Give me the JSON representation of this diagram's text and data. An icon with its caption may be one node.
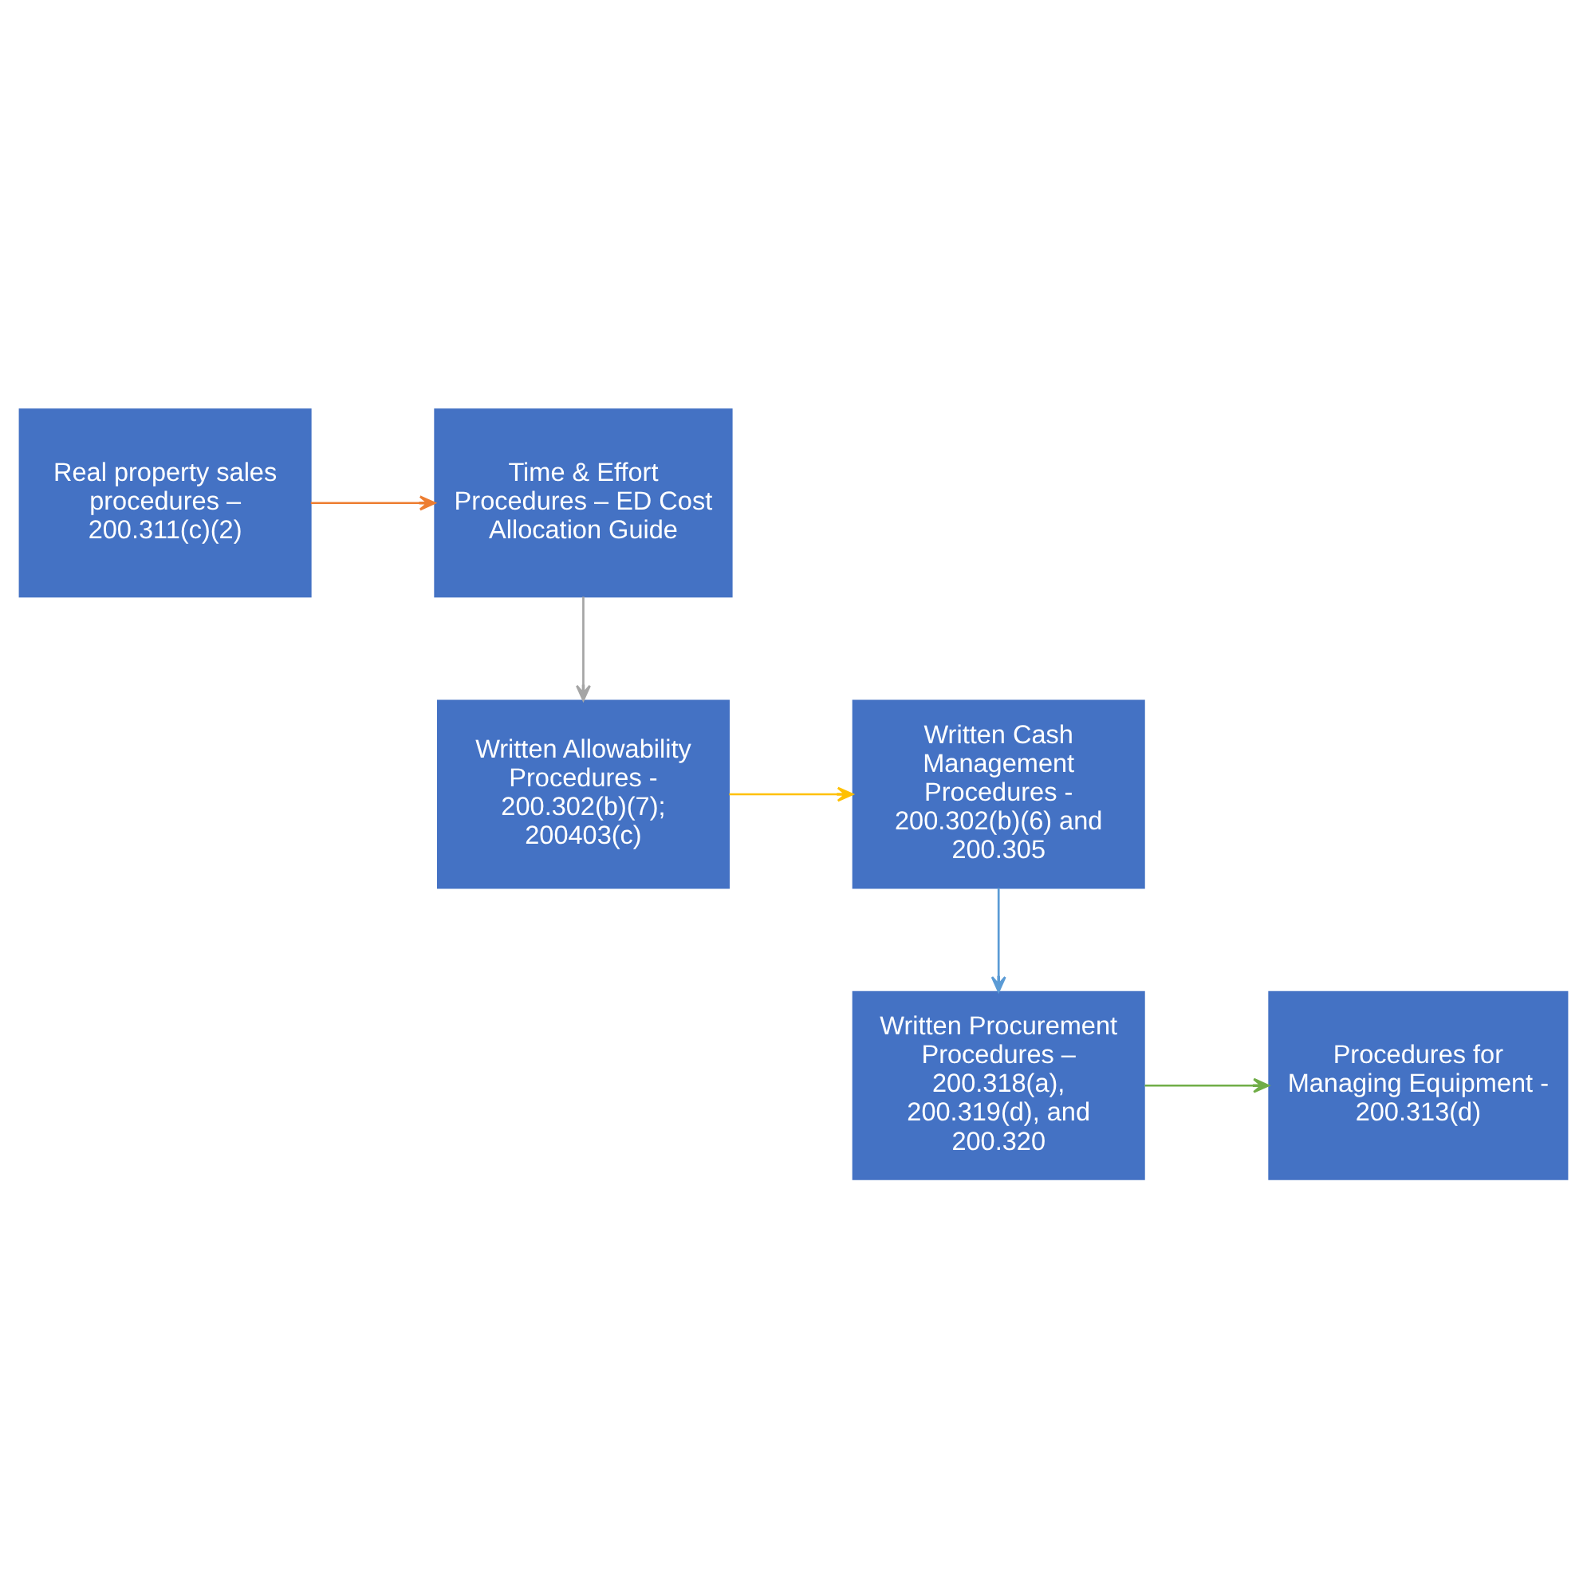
{
  "diagram": {
    "nodes": [
      {
        "text": [
          "Real property sales procedures – 200.311(c)(2)"
        ]
      },
      {
        "text": [
          "Time & Effort Procedures – ED Cost Allocation Guide"
        ]
      },
      {
        "text": [
          "Written Allowability Procedures - 200.302(b)(7); 200403(c)"
        ]
      },
      {
        "text": [
          "Written Cash Management Procedures - 200.302(b)(6) and 200.305"
        ]
      },
      {
        "text": [
          "Written Procurement Procedures – 200.318(a), 200.319(d), and 200.320"
        ]
      },
      {
        "text": [
          "Procedures for Managing Equipment - 200.313(d)"
        ]
      }
    ],
    "edges": [
      {
        "from": 0,
        "to": 1,
        "arrow": "to",
        "color": "#ed7d31"
      },
      {
        "from": 1,
        "to": 2,
        "arrow": "to",
        "color": "#a5a5a5"
      },
      {
        "from": 2,
        "to": 3,
        "arrow": "to",
        "color": "#ffc000"
      },
      {
        "from": 3,
        "to": 4,
        "arrow": "to",
        "color": "#5b9bd5"
      },
      {
        "from": 4,
        "to": 5,
        "arrow": "to",
        "color": "#70ad47"
      }
    ]
  }
}
